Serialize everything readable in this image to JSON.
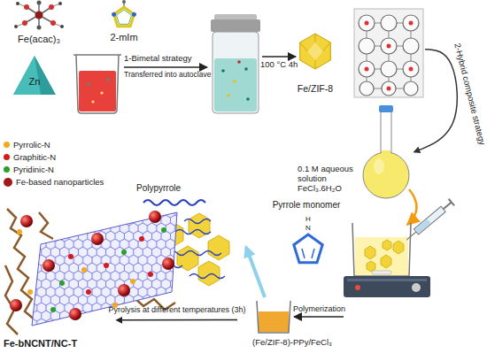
{
  "diagram": {
    "nodes": [
      {
        "text": [
          "Fe(acac)₃"
        ]
      },
      {
        "text": [
          "2-mIm"
        ]
      },
      {
        "text": [
          "Zn"
        ]
      },
      {
        "text": [
          "Fe/ZIF-8"
        ]
      },
      {
        "text": [
          "0.1 M aqueous solution FeCl₃.6H₂O"
        ]
      },
      {
        "text": [
          "Pyrrole monomer"
        ]
      },
      {
        "text": [
          "Polypyrrole"
        ]
      },
      {
        "text": [
          "(Fe/ZIF-8)-PPy/FeCl₃"
        ]
      },
      {
        "text": [
          "Fe-bNCNT/NC-T"
        ]
      }
    ],
    "edges": [
      {
        "from": 3,
        "to": 4,
        "label": "2-Hybrid composite strategy",
        "arrow": "to"
      },
      {
        "from": 7,
        "to": 6,
        "arrow": "to"
      },
      {
        "from": 7,
        "to": 8,
        "label": "Pyrolysis at different temperatures (3h)",
        "arrow": "to"
      }
    ],
    "labels": [
      "1-Bimetal strategy",
      "Transferred into autoclave",
      "100 °C 4h",
      "H",
      "N",
      "Polymerization"
    ],
    "legend": [
      {
        "text": "Pyrrolic-N",
        "color": "#f4a81d"
      },
      {
        "text": "Graphitic-N",
        "color": "#d7191c"
      },
      {
        "text": "Pyridinic-N",
        "color": "#2ca02c"
      },
      {
        "text": "Fe-based nanoparticles",
        "color": "#a01818"
      }
    ]
  }
}
